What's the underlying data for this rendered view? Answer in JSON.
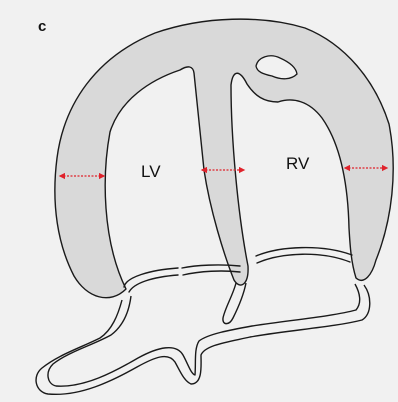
{
  "figure": {
    "panel_letter": "c",
    "labels": {
      "left_ventricle": "LV",
      "right_ventricle": "RV"
    },
    "colors": {
      "background": "#f1f1f1",
      "wall_fill": "#d9d9d9",
      "outline": "#1a1a1a",
      "measurement_arrow": "#e0222b"
    }
  }
}
